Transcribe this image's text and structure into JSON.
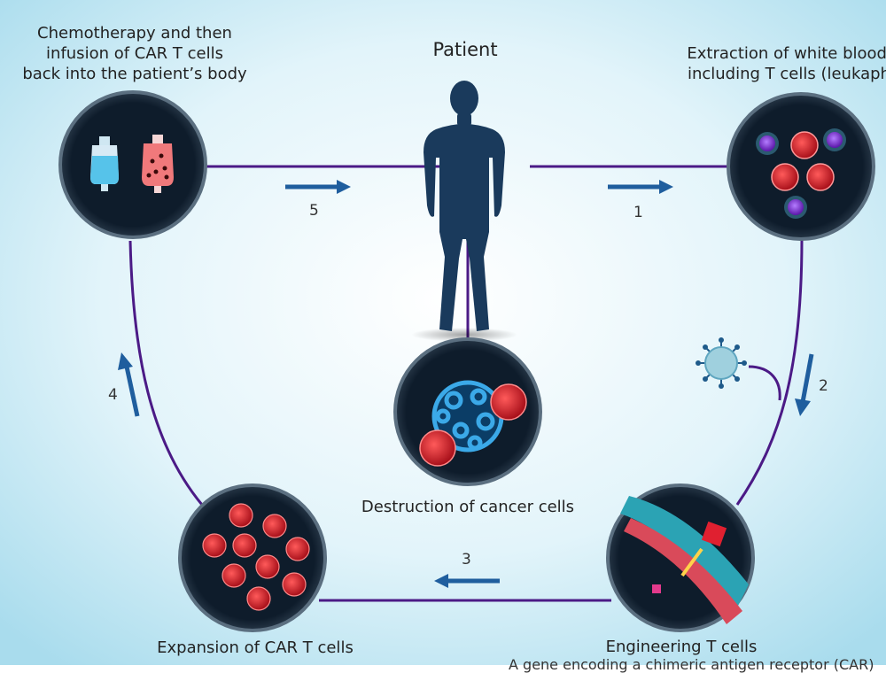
{
  "title": "Patient",
  "steps": {
    "s1": {
      "number": "1",
      "label_lines": [
        "Extraction of white blood c",
        "including T cells (leukaphe"
      ]
    },
    "s2": {
      "number": "2"
    },
    "s3": {
      "number": "3",
      "label": "Engineering T cells",
      "sublabel": "A gene encoding a chimeric antigen receptor (CAR)"
    },
    "s4": {
      "number": "4",
      "label": "Expansion of CAR T cells"
    },
    "s5": {
      "number": "5",
      "label_lines": [
        "Chemotherapy and then",
        "infusion of CAR T cells",
        "back into the patient’s body"
      ]
    },
    "destruction": {
      "label": "Destruction of cancer cells"
    }
  },
  "colors": {
    "background_center": "#ffffff",
    "background_edge": "#a9dced",
    "connector": "#4b1a86",
    "arrow": "#1f5e9e",
    "circle_fill": "#0e1c2b",
    "circle_ring": "#5b6f80",
    "cancer_cell": "#d4212d",
    "t_cell_nucleus": "#7a2fd0",
    "figure": "#1a3a5c",
    "iv_bag_blue": "#56c3ea",
    "iv_bag_red": "#f0797b"
  }
}
